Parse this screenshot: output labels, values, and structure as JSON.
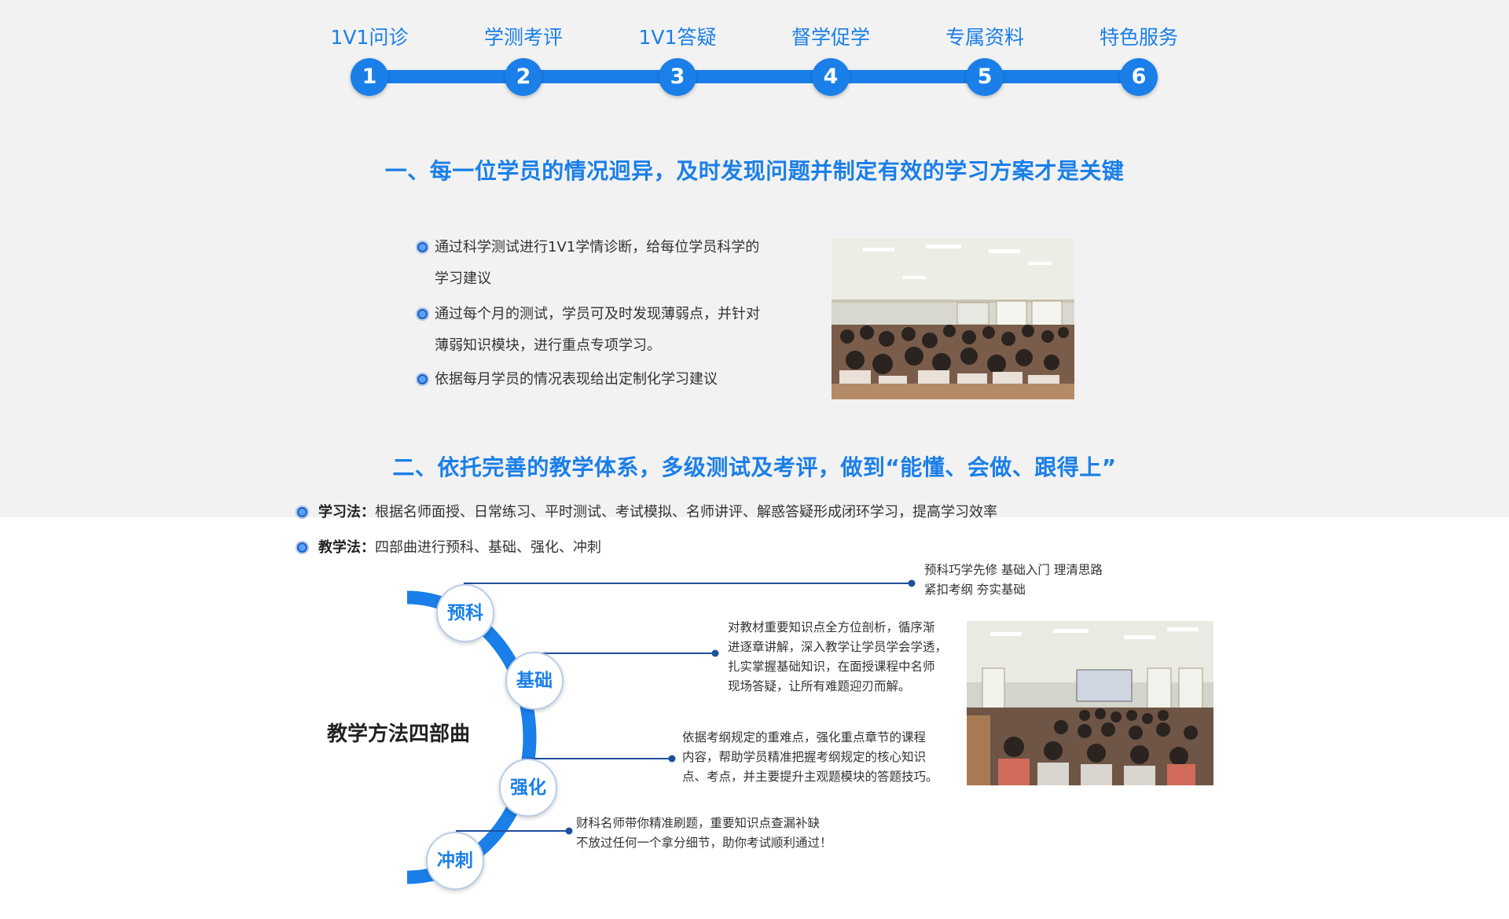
{
  "steps": [
    {
      "num": "1",
      "label": "1V1问诊"
    },
    {
      "num": "2",
      "label": "学测考评"
    },
    {
      "num": "3",
      "label": "1V1答疑"
    },
    {
      "num": "4",
      "label": "督学促学"
    },
    {
      "num": "5",
      "label": "专属资料"
    },
    {
      "num": "6",
      "label": "特色服务"
    }
  ],
  "section1": {
    "title": "一、每一位学员的情况迥异，及时发现问题并制定有效的学习方案才是关键",
    "bullets": [
      {
        "line1": "通过科学测试进行1V1学情诊断，给每位学员科学的",
        "line2": "学习建议"
      },
      {
        "line1": "通过每个月的测试，学员可及时发现薄弱点，并针对",
        "line2": "薄弱知识模块，进行重点专项学习。"
      },
      {
        "line1": "依据每月学员的情况表现给出定制化学习建议",
        "line2": ""
      }
    ]
  },
  "section2": {
    "title": "二、依托完善的教学体系，多级测试及考评，做到“能懂、会做、跟得上”",
    "methods": [
      {
        "label": "学习法：",
        "text": "根据名师面授、日常练习、平时测试、考试模拟、名师讲评、解惑答疑形成闭环学习，提高学习效率"
      },
      {
        "label": "教学法：",
        "text": "四部曲进行预科、基础、强化、冲刺"
      }
    ]
  },
  "diagram": {
    "title": "教学方法四部曲",
    "stages": [
      {
        "name": "预科",
        "desc": [
          "预科巧学先修   基础入门  理清思路",
          "紧扣考纲  夯实基础"
        ]
      },
      {
        "name": "基础",
        "desc": [
          "对教材重要知识点全方位剖析，循序渐",
          "进逐章讲解，深入教学让学员学会学透，",
          "扎实掌握基础知识，在面授课程中名师",
          "现场答疑，让所有难题迎刃而解。"
        ]
      },
      {
        "name": "强化",
        "desc": [
          "依据考纲规定的重难点，强化重点章节的课程",
          "内容，帮助学员精准把握考纲规定的核心知识",
          "点、考点，并主要提升主观题模块的答题技巧。"
        ]
      },
      {
        "name": "冲刺",
        "desc": [
          "财科名师带你精准刷题，重要知识点查漏补缺",
          "不放过任何一个拿分细节，助你考试顺利通过！"
        ]
      }
    ]
  },
  "colors": {
    "accent": "#1a7fe8",
    "dark_blue": "#1f4f9f",
    "gray_bg": "#f2f2f2"
  }
}
